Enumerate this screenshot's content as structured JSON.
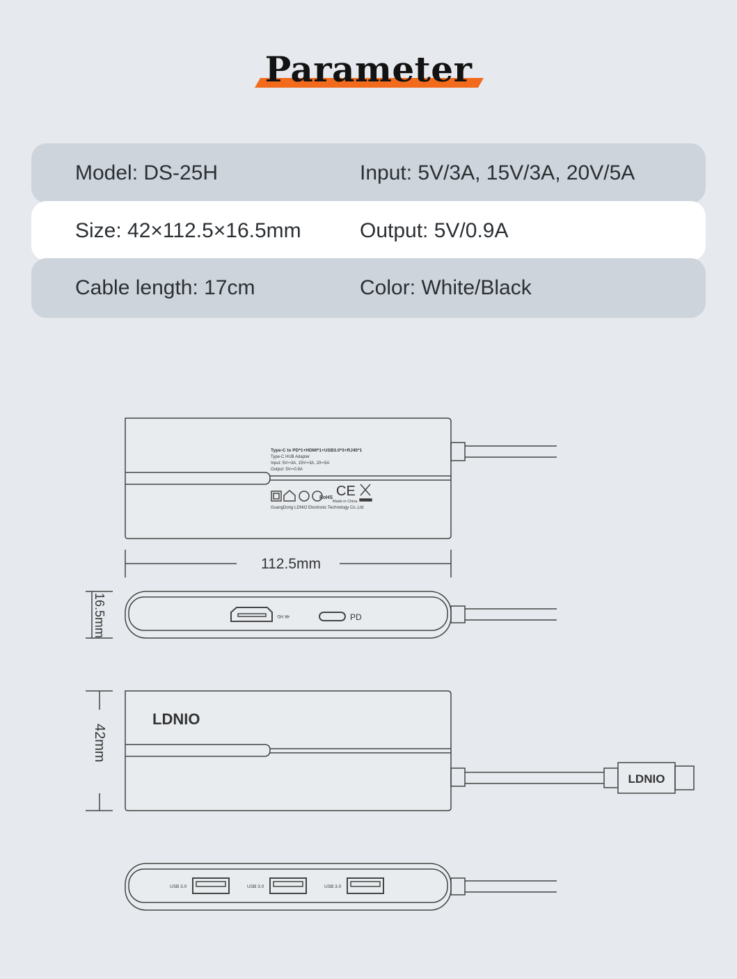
{
  "title": "Parameter",
  "accent_color": "#f26b1d",
  "specs": [
    {
      "left": "Model: DS-25H",
      "right": "Input: 5V/3A, 15V/3A, 20V/5A"
    },
    {
      "left": "Size: 42×112.5×16.5mm",
      "right": "Output: 5V/0.9A"
    },
    {
      "left": "Cable length: 17cm",
      "right": "Color: White/Black"
    }
  ],
  "diagram": {
    "label_lines": [
      "Type-C to PD*1+HDMI*1+USB3.0*3+RJ45*1",
      "Type-C HUB Adapter",
      "Input: 5V⎓3A, 15V⎓3A, 20⎓5A",
      "Output: 5V⎓0.9A"
    ],
    "made_in": "Made in China",
    "manufacturer": "GuangDong LDNIO Electronic Technology Co.,Ltd",
    "length_dim": "112.5mm",
    "height_dim": "16.5mm",
    "width_dim": "42mm",
    "hdmi_label": "4K HD",
    "pd_label": "PD",
    "brand": "LDNIO",
    "usb_labels": [
      "USB 3.0",
      "USB 3.0",
      "USB 3.0"
    ]
  }
}
